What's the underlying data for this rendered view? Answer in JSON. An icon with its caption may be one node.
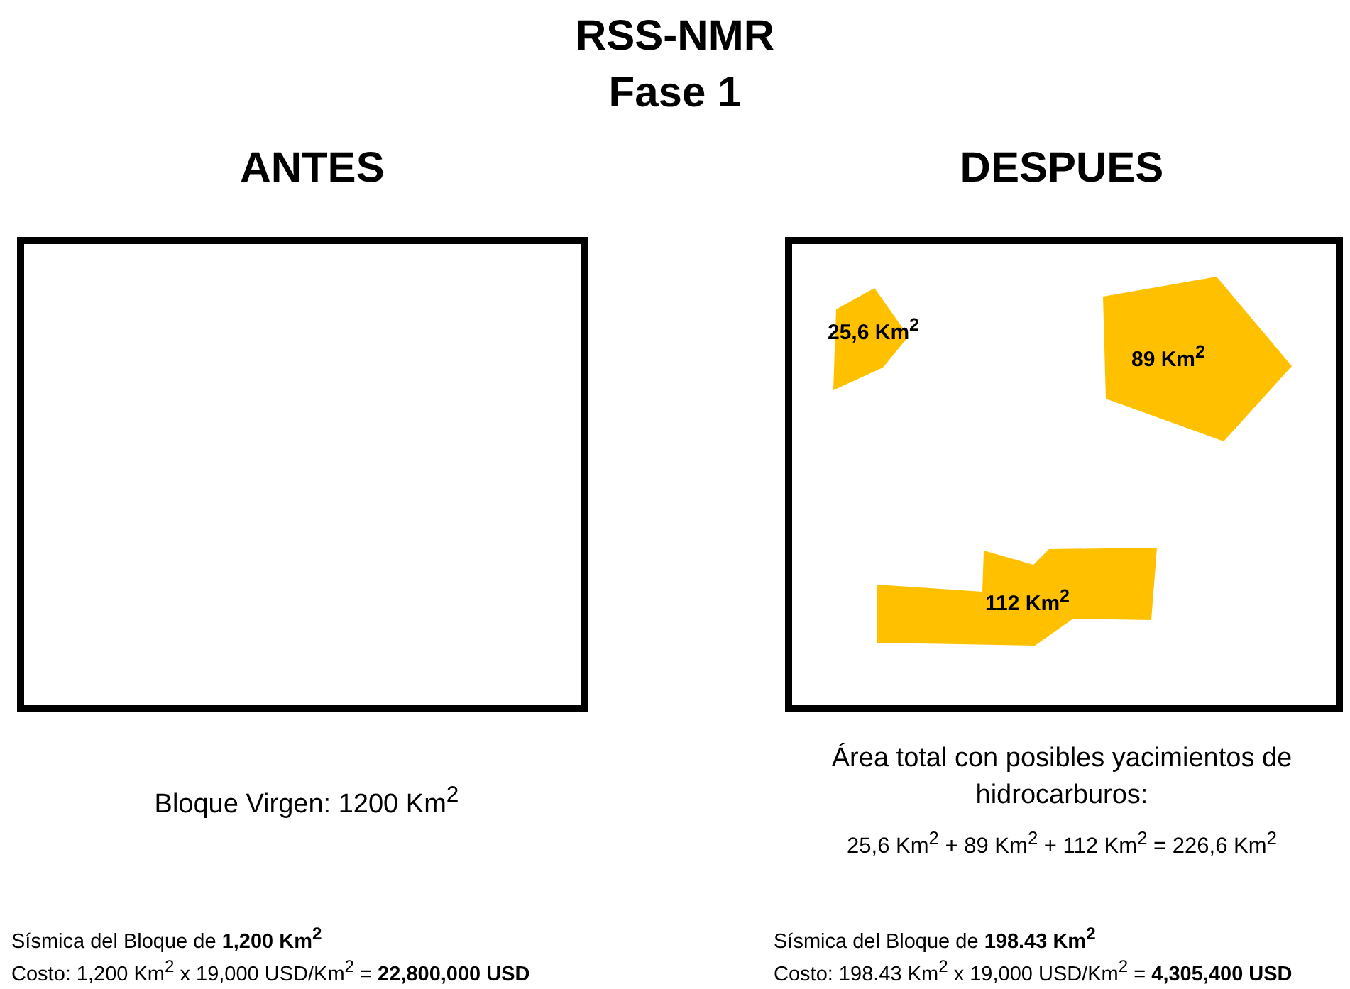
{
  "diagram": {
    "title": "RSS-NMR Fase 1",
    "nodes": [
      {
        "text": [
          "ANTES"
        ]
      },
      {
        "text": [
          "DESPUES"
        ]
      },
      {
        "text": [
          "25,6 Km$^{2}$"
        ],
        "in": 1
      },
      {
        "text": [
          "89 Km$^{2}$"
        ],
        "in": 1
      },
      {
        "text": [
          "112 Km$^{2}$"
        ],
        "in": 1
      }
    ],
    "labels": [
      "Bloque Virgen: 1200 Km$^{2}$",
      "Área total con posibles yacimientos de hidrocarburos:",
      "25,6 Km$^{2}$ + 89 Km$^{2}$ + 112 Km$^{2}$ = 226,6 Km$^{2}$",
      "Sísmica del Bloque de **1,200 Km$^{2}$**",
      "Costo: 1,200 Km$^{2}$ x 19,000 USD/Km$^{2}$ = **22,800,000 USD**",
      "Sísmica del Bloque de **198.43 Km$^{2}$**",
      "Costo: 198.43 Km$^{2}$ x 19,000 USD/Km$^{2}$ = **4,305,400 USD**"
    ]
  }
}
